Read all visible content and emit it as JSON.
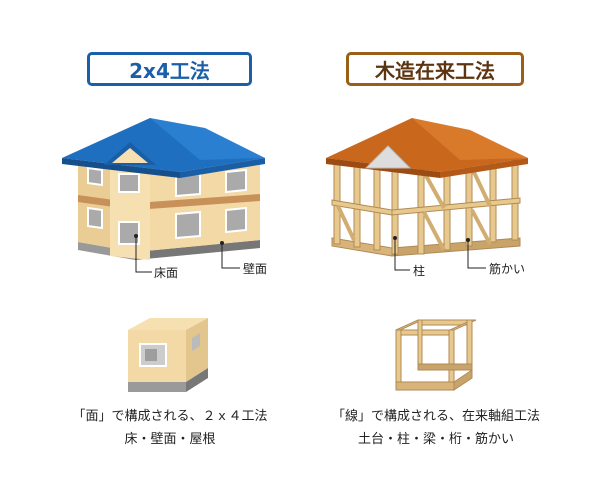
{
  "left": {
    "title": "2x4工法",
    "label_floor": "床面",
    "label_wall": "壁面",
    "caption_line1": "「面」で構成される、２ｘ４工法",
    "caption_line2": "床・壁面・屋根"
  },
  "right": {
    "title": "木造在来工法",
    "label_pillar": "柱",
    "label_brace": "筋かい",
    "caption_line1": "「線」で構成される、在来軸組工法",
    "caption_line2": "土台・柱・梁・桁・筋かい"
  },
  "colors": {
    "blue_roof": "#1f6fc0",
    "orange_roof": "#c9671d",
    "wall": "#f3d9a6",
    "timber": "#e8c98d"
  }
}
